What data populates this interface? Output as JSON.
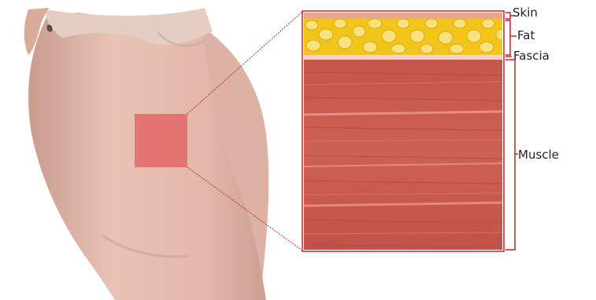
{
  "layers": {
    "skin": "Skin",
    "fat": "Fat",
    "fascia": "Fascia",
    "muscle": "Muscle"
  },
  "colors": {
    "skin_layer": "#e9a88a",
    "fat_layer": "#f2c51b",
    "fat_globule": "#f7e07a",
    "fascia_layer": "#f4d2c4",
    "muscle_layer": "#c8584a",
    "muscle_highlight": "#e08a7c",
    "bracket": "#c0272d",
    "highlight_square": "#e46a6a",
    "body_skin": "#e2b9ab"
  },
  "icons": {
    "body": "thigh-illustration",
    "magnifier_square": "highlight-square"
  }
}
